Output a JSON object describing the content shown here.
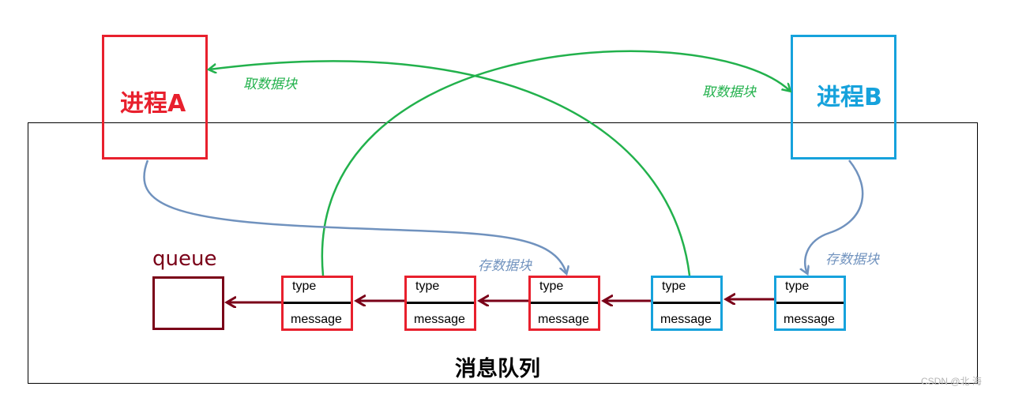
{
  "process_a": {
    "label": "进程A",
    "color": "#e8202d"
  },
  "process_b": {
    "label": "进程B",
    "color": "#16a2dc"
  },
  "queue": {
    "title": "消息队列",
    "label": "queue",
    "color": "#7a0018"
  },
  "messages": [
    {
      "type_label": "type",
      "message_label": "message",
      "color": "red"
    },
    {
      "type_label": "type",
      "message_label": "message",
      "color": "red"
    },
    {
      "type_label": "type",
      "message_label": "message",
      "color": "red"
    },
    {
      "type_label": "type",
      "message_label": "message",
      "color": "blue"
    },
    {
      "type_label": "type",
      "message_label": "message",
      "color": "blue"
    }
  ],
  "annotations": {
    "take_a": "取数据块",
    "take_b": "取数据块",
    "store_a": "存数据块",
    "store_b": "存数据块"
  },
  "colors": {
    "take": "#22b14c",
    "store": "#7092be",
    "arrow": "#7a0018"
  },
  "watermark": "CSDN @北    海"
}
